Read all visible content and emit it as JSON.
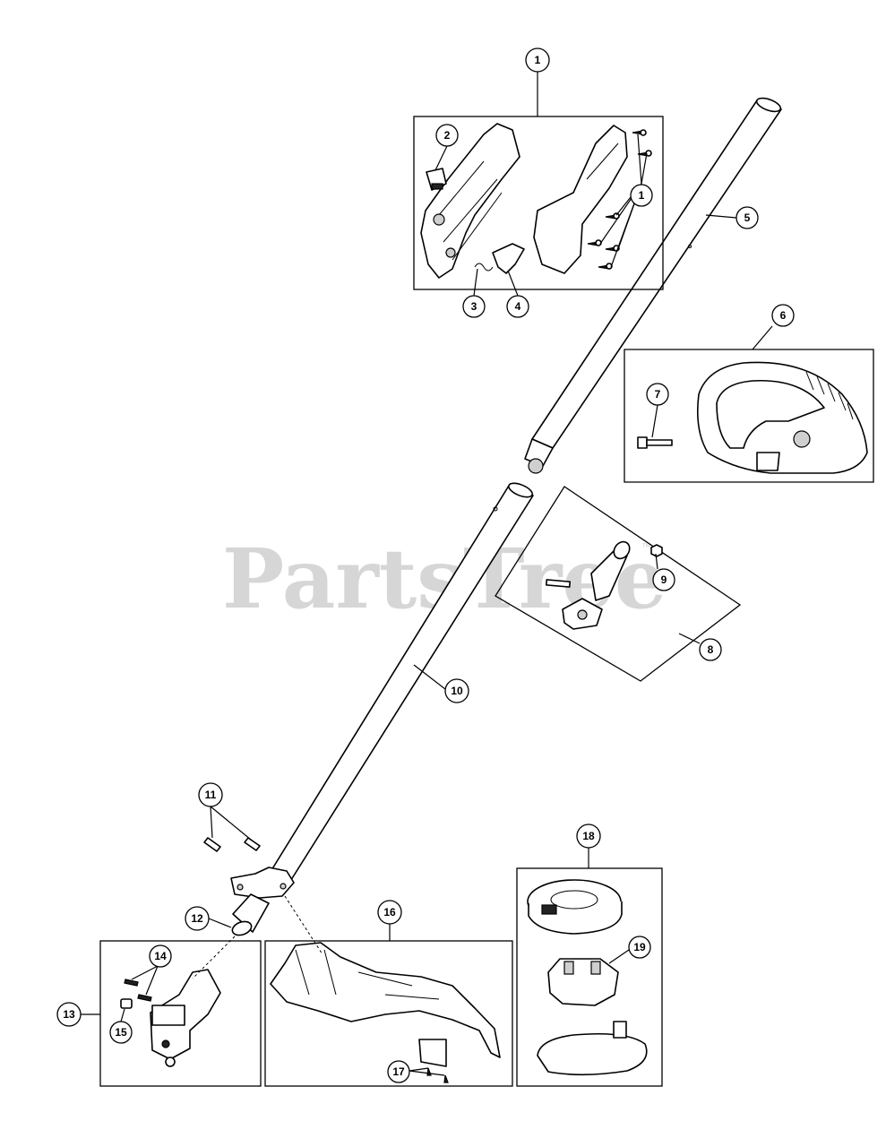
{
  "watermark": {
    "text": "PartsTree",
    "trademark": "™"
  },
  "callouts": [
    {
      "id": "c1-top",
      "label": "1"
    },
    {
      "id": "c2",
      "label": "2"
    },
    {
      "id": "c1-screws",
      "label": "1"
    },
    {
      "id": "c3",
      "label": "3"
    },
    {
      "id": "c4",
      "label": "4"
    },
    {
      "id": "c5",
      "label": "5"
    },
    {
      "id": "c6",
      "label": "6"
    },
    {
      "id": "c7",
      "label": "7"
    },
    {
      "id": "c8",
      "label": "8"
    },
    {
      "id": "c9",
      "label": "9"
    },
    {
      "id": "c10",
      "label": "10"
    },
    {
      "id": "c11",
      "label": "11"
    },
    {
      "id": "c12",
      "label": "12"
    },
    {
      "id": "c13",
      "label": "13"
    },
    {
      "id": "c14",
      "label": "14"
    },
    {
      "id": "c15",
      "label": "15"
    },
    {
      "id": "c16",
      "label": "16"
    },
    {
      "id": "c17",
      "label": "17"
    },
    {
      "id": "c18",
      "label": "18"
    },
    {
      "id": "c19",
      "label": "19"
    }
  ]
}
